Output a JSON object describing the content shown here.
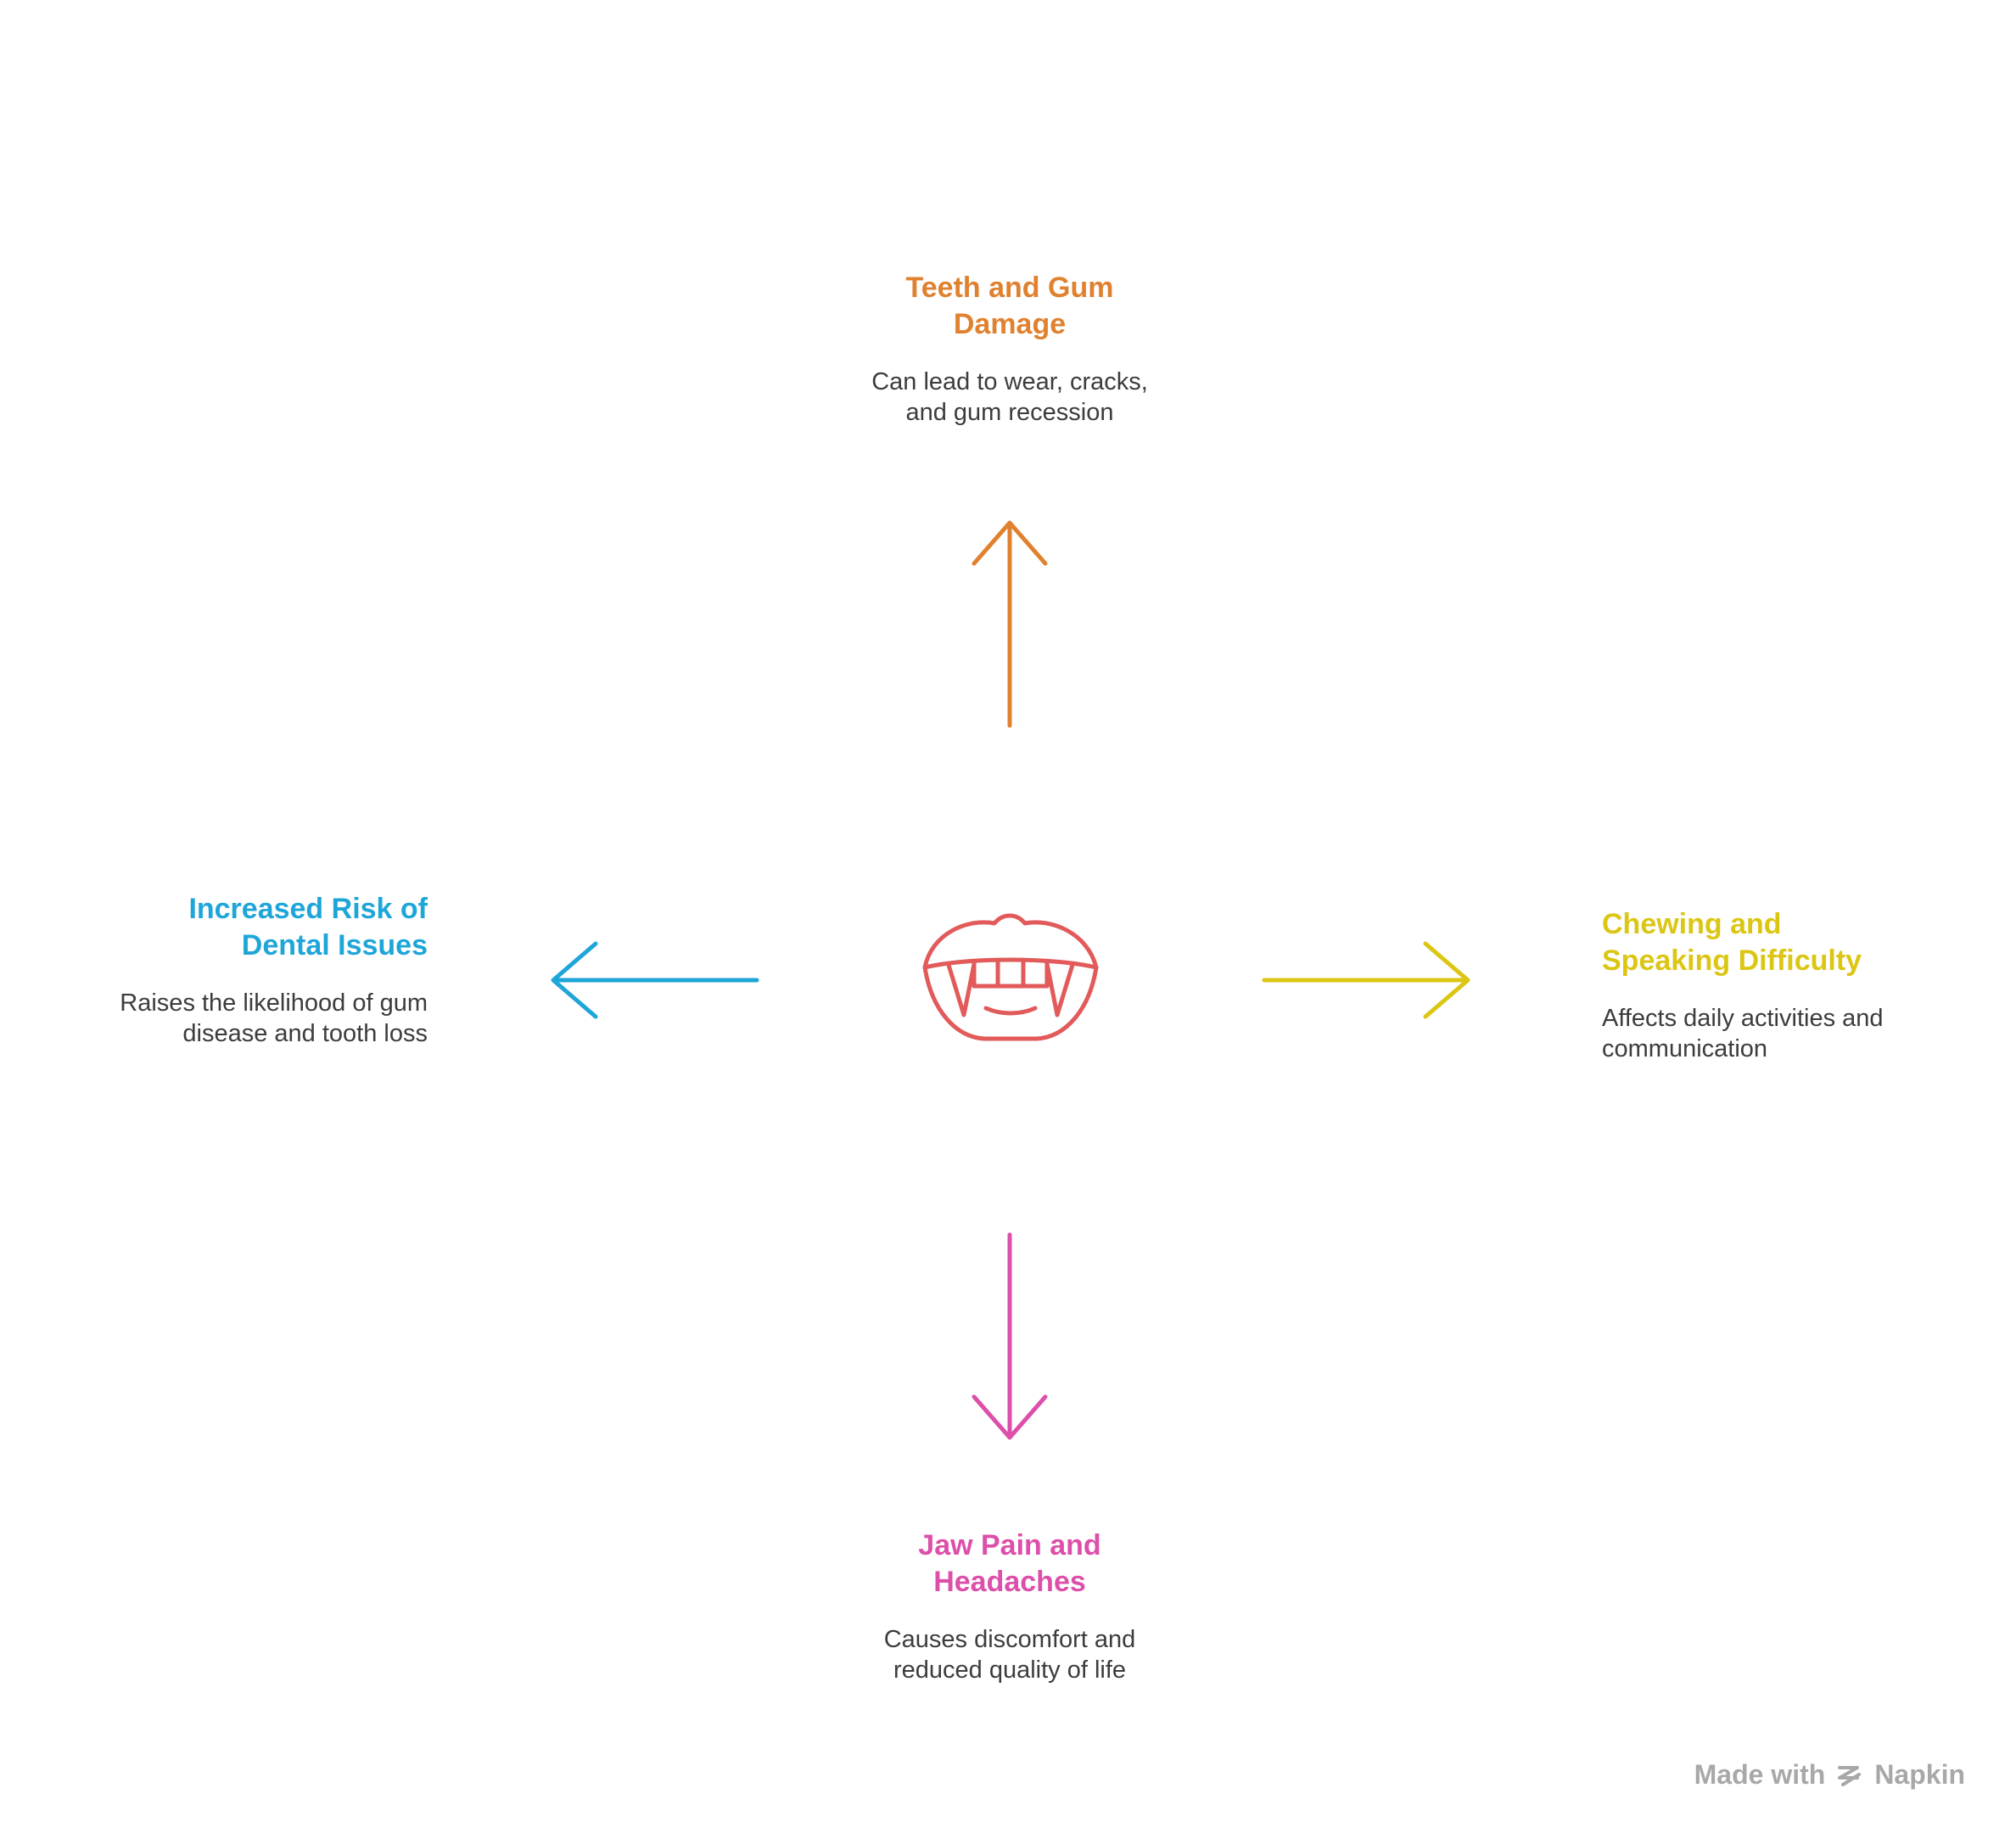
{
  "nodes": {
    "top": {
      "title": "Teeth and Gum Damage",
      "description": "Can lead to wear, cracks, and gum recession",
      "color": "#E0812F"
    },
    "left": {
      "title": "Increased Risk of Dental Issues",
      "description": "Raises the likelihood of gum disease and tooth loss",
      "color": "#1FA6D8"
    },
    "right": {
      "title": "Chewing and Speaking Difficulty",
      "description": "Affects daily activities and communication",
      "color": "#DCC614"
    },
    "bottom": {
      "title": "Jaw Pain and Headaches",
      "description": "Causes discomfort and reduced quality of life",
      "color": "#DC4FAA"
    }
  },
  "center_icon": {
    "name": "mouth-fangs-icon",
    "color": "#E25A5A"
  },
  "credit": {
    "prefix": "Made with",
    "brand": "Napkin",
    "icon": "napkin-logo-icon"
  }
}
